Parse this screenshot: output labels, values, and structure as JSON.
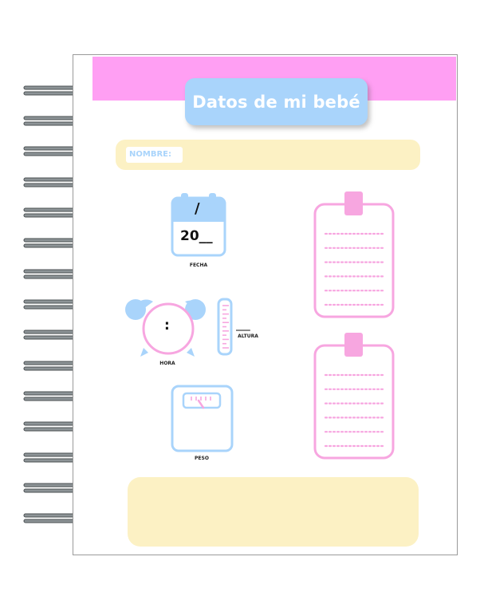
{
  "title": "Datos de mi bebé",
  "name_label": "NOMBRE:",
  "calendar": {
    "slash": "/",
    "year": "20__",
    "label": "FECHA"
  },
  "clock": {
    "colon": ":",
    "label": "HORA"
  },
  "height": {
    "blank": "___",
    "label": "ALTURA"
  },
  "scale": {
    "label": "PESO"
  },
  "colors": {
    "pink": "#ff9ff3",
    "light_blue": "#a9d4fb",
    "cream": "#fcf1c4",
    "pink_outline": "#f7a6e0"
  },
  "icons": [
    "spiral-binding-icon",
    "calendar-icon",
    "alarm-clock-icon",
    "ruler-icon",
    "scale-icon",
    "clipboard-icon"
  ]
}
